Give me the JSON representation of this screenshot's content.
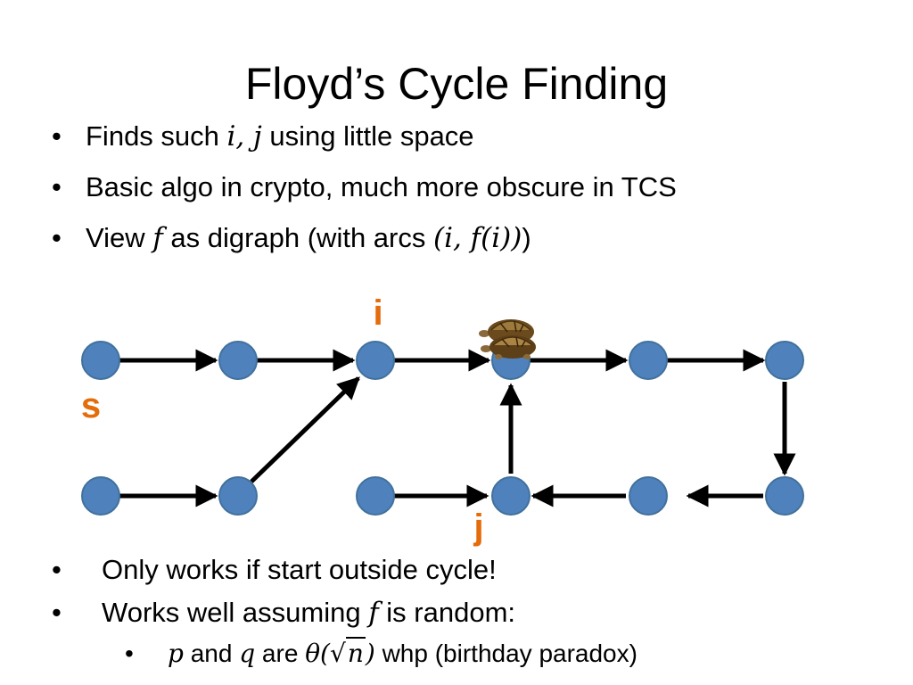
{
  "title": "Floyd’s Cycle Finding",
  "bullet_glyph": "•",
  "bullets_top": [
    {
      "pre": "Finds such ",
      "math": "i, j",
      "post": " using little space"
    },
    {
      "text": "Basic algo in crypto, much more obscure in TCS"
    },
    {
      "pre": "View ",
      "math": "f",
      "mid": " as digraph (with arcs ",
      "math2": "(i, f(i))",
      "post": ")"
    }
  ],
  "diagram": {
    "node_color": "#4F81BD",
    "label_color": "#E46C0A",
    "label_i": "i",
    "label_s": "s",
    "label_j": "j",
    "icon": "tortoise-hare-icon"
  },
  "bullets_bottom": [
    {
      "text": "Only works if start outside cycle!"
    },
    {
      "pre": "Works well assuming ",
      "math": "f",
      "post": " is random:"
    }
  ],
  "sub_bullet": {
    "math_p": "p",
    "and": " and ",
    "math_q": "q",
    "are": " are ",
    "theta": "θ(",
    "radicand": "n",
    "close": ")",
    "post": " whp (birthday paradox)"
  }
}
